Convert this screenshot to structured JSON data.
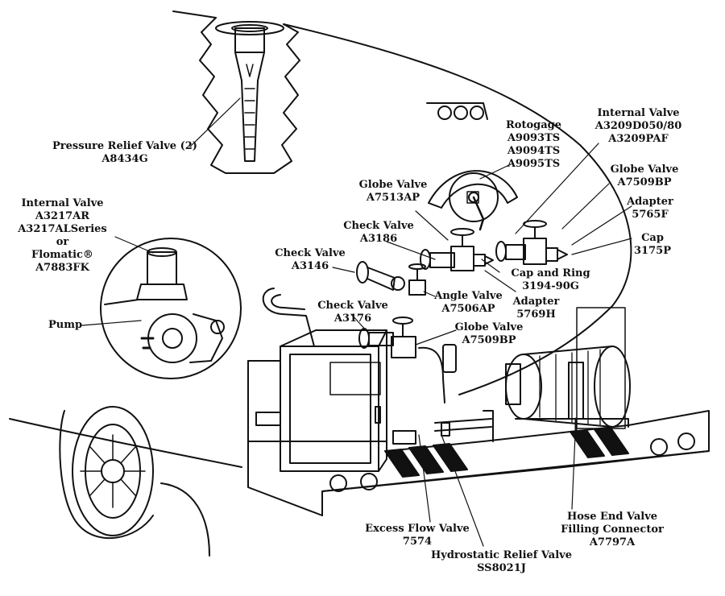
{
  "labels": {
    "pressure_relief": {
      "name": "Pressure Relief Valve (2)",
      "part": "A8434G"
    },
    "internal_valve_left": {
      "name": "Internal Valve",
      "parts": [
        "A3217AR",
        "A3217ALSeries",
        "or",
        "Flomatic®",
        "A7883FK"
      ]
    },
    "pump": {
      "name": "Pump"
    },
    "rotogage": {
      "name": "Rotogage",
      "parts": [
        "A9093TS",
        "A9094TS",
        "A9095TS"
      ]
    },
    "internal_valve_right": {
      "name": "Internal Valve",
      "parts": [
        "A3209D050/80",
        "A3209PAF"
      ]
    },
    "globe_valve_top_left": {
      "name": "Globe Valve",
      "part": "A7513AP"
    },
    "globe_valve_top_right": {
      "name": "Globe Valve",
      "part": "A7509BP"
    },
    "check_valve_3186": {
      "name": "Check Valve",
      "part": "A3186"
    },
    "adapter_5765": {
      "name": "Adapter",
      "part": "5765F"
    },
    "cap": {
      "name": "Cap",
      "part": "3175P"
    },
    "check_valve_3146": {
      "name": "Check Valve",
      "part": "A3146"
    },
    "cap_and_ring": {
      "name": "Cap and Ring",
      "part": "3194-90G"
    },
    "angle_valve": {
      "name": "Angle Valve",
      "part": "A7506AP"
    },
    "adapter_5769": {
      "name": "Adapter",
      "part": "5769H"
    },
    "check_valve_3176": {
      "name": "Check Valve",
      "part": "A3176"
    },
    "globe_valve_lower": {
      "name": "Globe Valve",
      "part": "A7509BP"
    },
    "excess_flow": {
      "name": "Excess Flow Valve",
      "part": "7574"
    },
    "hydrostatic_relief": {
      "name": "Hydrostatic Relief Valve",
      "part": "SS8021J"
    },
    "hose_end": {
      "name": "Hose End Valve",
      "sub": "Filling Connector",
      "part": "A7797A"
    }
  }
}
